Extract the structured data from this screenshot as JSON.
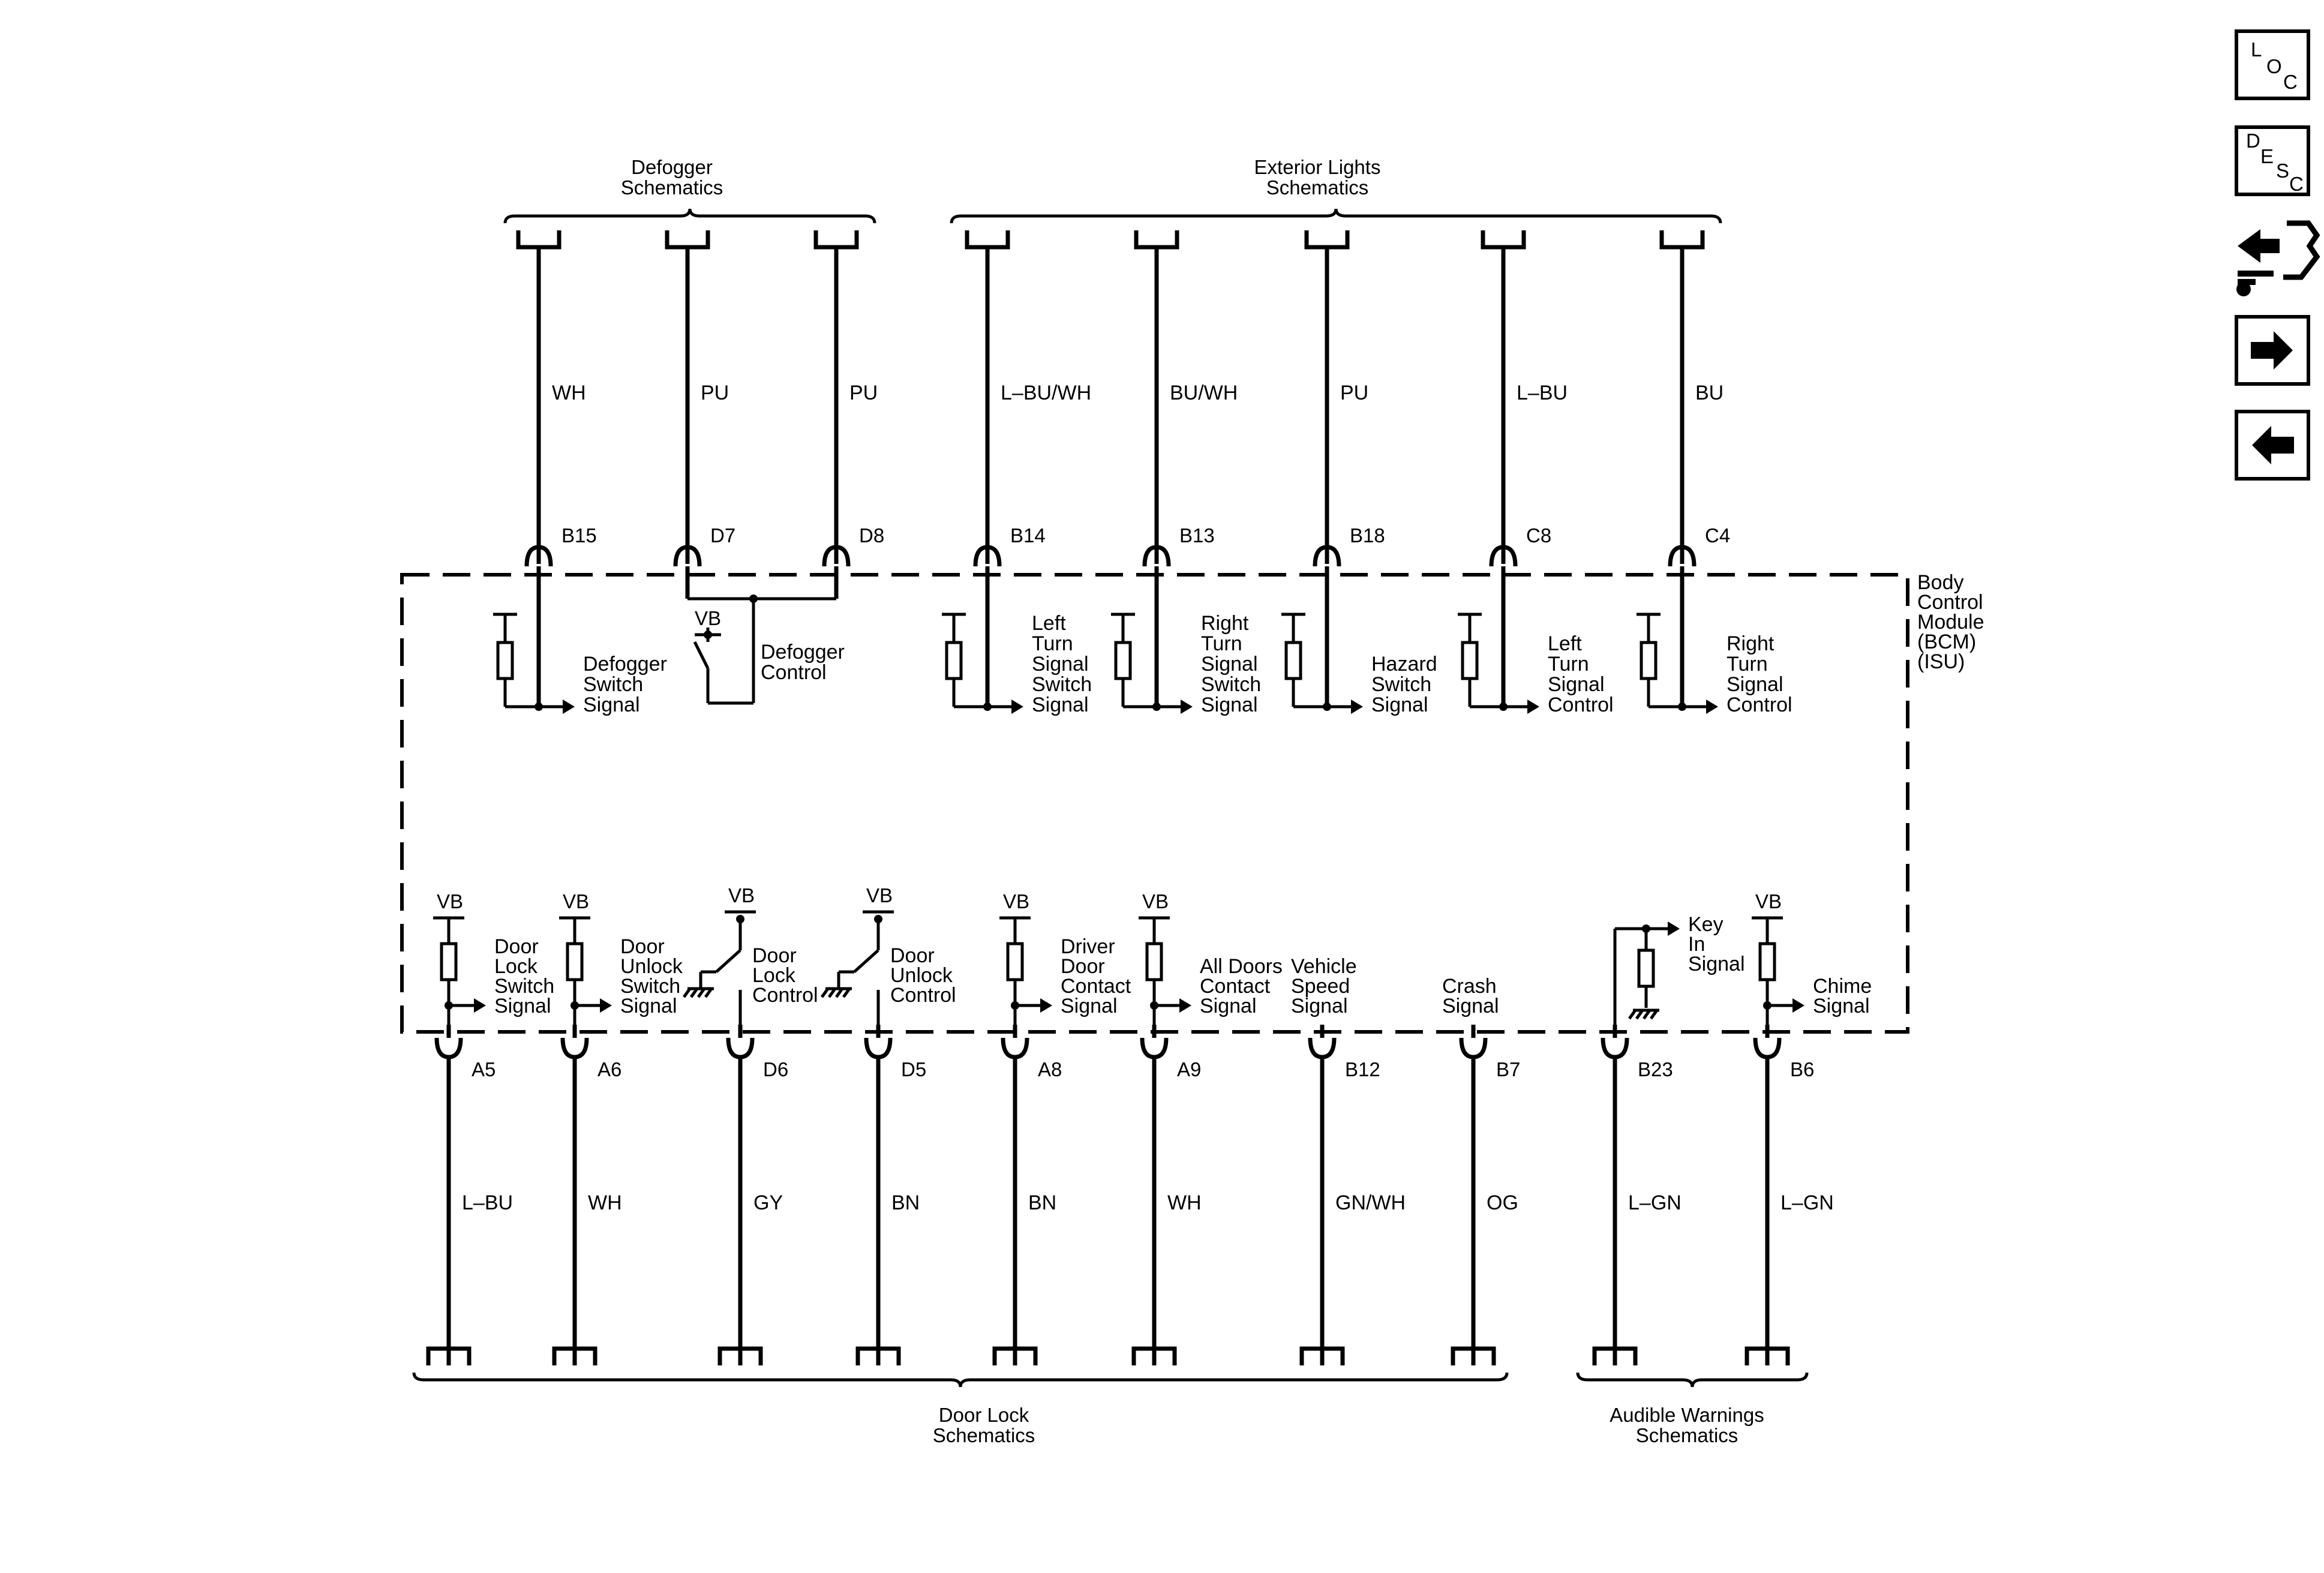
{
  "module": {
    "label_lines": [
      "Body",
      "Control",
      "Module",
      "(BCM)",
      "(ISU)"
    ]
  },
  "groups": {
    "defogger": [
      "Defogger",
      "Schematics"
    ],
    "exterior_lights": [
      "Exterior Lights",
      "Schematics"
    ],
    "door_lock": [
      "Door Lock",
      "Schematics"
    ],
    "audible_warnings": [
      "Audible Warnings",
      "Schematics"
    ]
  },
  "top_circuits": [
    {
      "pin": "B15",
      "wire": "WH",
      "signal_lines": [
        "Defogger",
        "Switch",
        "Signal"
      ]
    },
    {
      "pin": "D7",
      "wire": "PU",
      "signal_lines": []
    },
    {
      "pin": "D8",
      "wire": "PU",
      "signal_lines": []
    },
    {
      "pin": "B14",
      "wire": "L–BU/WH",
      "signal_lines": [
        "Left",
        "Turn",
        "Signal",
        "Switch",
        "Signal"
      ]
    },
    {
      "pin": "B13",
      "wire": "BU/WH",
      "signal_lines": [
        "Right",
        "Turn",
        "Signal",
        "Switch",
        "Signal"
      ]
    },
    {
      "pin": "B18",
      "wire": "PU",
      "signal_lines": [
        "Hazard",
        "Switch",
        "Signal"
      ]
    },
    {
      "pin": "C8",
      "wire": "L–BU",
      "signal_lines": [
        "Left",
        "Turn",
        "Signal",
        "Control"
      ]
    },
    {
      "pin": "C4",
      "wire": "BU",
      "signal_lines": [
        "Right",
        "Turn",
        "Signal",
        "Control"
      ]
    }
  ],
  "defogger_control": {
    "supply": "VB",
    "label_lines": [
      "Defogger",
      "Control"
    ]
  },
  "bottom_circuits": [
    {
      "pin": "A5",
      "wire": "L–BU",
      "supply": "VB",
      "signal_lines": [
        "Door",
        "Lock",
        "Switch",
        "Signal"
      ]
    },
    {
      "pin": "A6",
      "wire": "WH",
      "supply": "VB",
      "signal_lines": [
        "Door",
        "Unlock",
        "Switch",
        "Signal"
      ]
    },
    {
      "pin": "D6",
      "wire": "GY",
      "supply": "VB",
      "signal_lines": [
        "Door",
        "Lock",
        "Control"
      ]
    },
    {
      "pin": "D5",
      "wire": "BN",
      "supply": "VB",
      "signal_lines": [
        "Door",
        "Unlock",
        "Control"
      ]
    },
    {
      "pin": "A8",
      "wire": "BN",
      "supply": "VB",
      "signal_lines": [
        "Driver",
        "Door",
        "Contact",
        "Signal"
      ]
    },
    {
      "pin": "A9",
      "wire": "WH",
      "supply": "VB",
      "signal_lines": [
        "All Doors",
        "Contact",
        "Signal"
      ]
    },
    {
      "pin": "B12",
      "wire": "GN/WH",
      "supply": "",
      "signal_lines": [
        "Vehicle",
        "Speed",
        "Signal"
      ]
    },
    {
      "pin": "B7",
      "wire": "OG",
      "supply": "",
      "signal_lines": [
        "Crash",
        "Signal"
      ]
    },
    {
      "pin": "B23",
      "wire": "L–GN",
      "supply": "",
      "signal_lines": [
        "Key",
        "In",
        "Signal"
      ]
    },
    {
      "pin": "B6",
      "wire": "L–GN",
      "supply": "VB",
      "signal_lines": [
        "Chime",
        "Signal"
      ]
    }
  ],
  "nav": {
    "loc": [
      "L",
      "O",
      "C"
    ],
    "desc": [
      "D",
      "E",
      "S",
      "C"
    ],
    "icons": [
      "connector-view-icon",
      "next-arrow-icon",
      "previous-arrow-icon"
    ]
  }
}
